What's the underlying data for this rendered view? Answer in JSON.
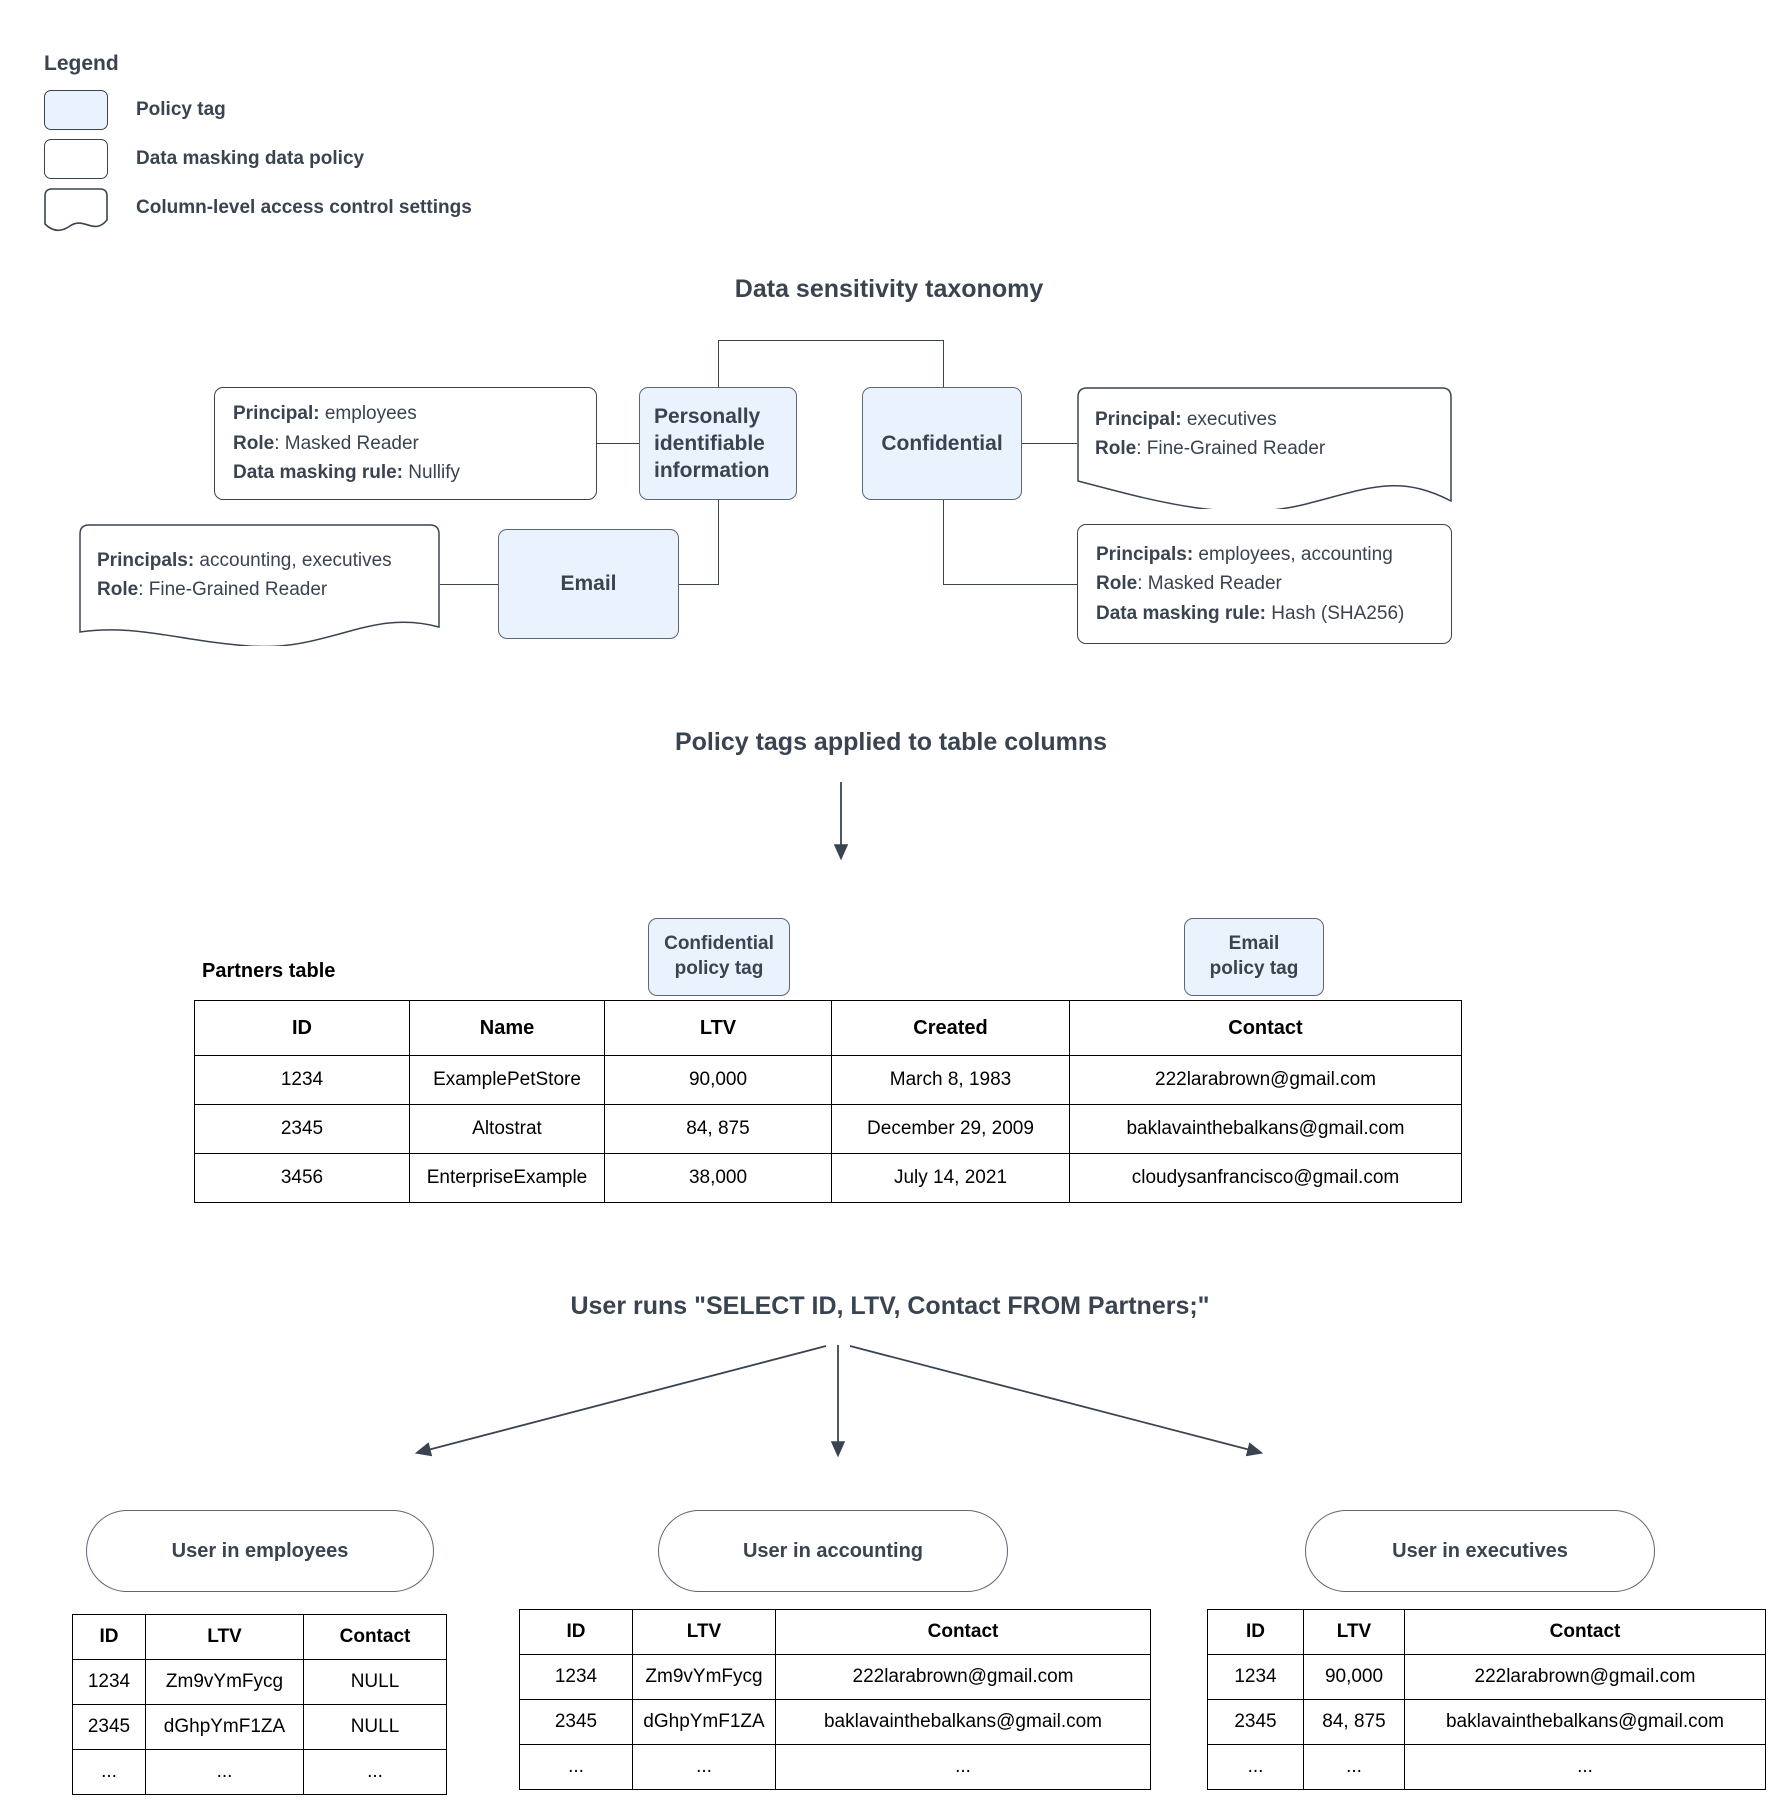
{
  "legend": {
    "title": "Legend",
    "items": [
      {
        "label": "Policy tag",
        "swatch": "rounded-blue-box"
      },
      {
        "label": "Data masking data policy",
        "swatch": "rounded-white-box"
      },
      {
        "label": "Column-level access control settings",
        "swatch": "wavy-bottom-box"
      }
    ]
  },
  "sections": {
    "taxonomy_title": "Data sensitivity taxonomy",
    "applied_title": "Policy tags applied to table columns",
    "query_title": "User runs \"SELECT ID, LTV, Contact FROM Partners;\""
  },
  "taxonomy": {
    "nodes": [
      {
        "id": "pii",
        "label": "Personally identifiable information"
      },
      {
        "id": "confidential",
        "label": "Confidential"
      },
      {
        "id": "email",
        "label": "Email"
      }
    ],
    "policies": [
      {
        "id": "pii-masking",
        "kind": "data-masking-data-policy",
        "lines": [
          {
            "key": "Principal:",
            "value": " employees"
          },
          {
            "key": "Role",
            "value": ": Masked Reader"
          },
          {
            "key": "Data masking rule:",
            "value": " Nullify"
          }
        ]
      },
      {
        "id": "email-access",
        "kind": "column-level-access-control-settings",
        "lines": [
          {
            "key": "Principals:",
            "value": " accounting, executives"
          },
          {
            "key": "Role",
            "value": ": Fine-Grained Reader"
          }
        ]
      },
      {
        "id": "confidential-access",
        "kind": "column-level-access-control-settings",
        "lines": [
          {
            "key": "Principal:",
            "value": " executives"
          },
          {
            "key": "Role",
            "value": ": Fine-Grained Reader"
          }
        ]
      },
      {
        "id": "confidential-masking",
        "kind": "data-masking-data-policy",
        "lines": [
          {
            "key": "Principals:",
            "value": " employees, accounting"
          },
          {
            "key": "Role",
            "value": ": Masked Reader"
          },
          {
            "key": "Data masking rule:",
            "value": " Hash (SHA256)"
          }
        ]
      }
    ]
  },
  "partners": {
    "caption": "Partners table",
    "tags": [
      {
        "label_line1": "Confidential",
        "label_line2": "policy tag",
        "column": "LTV"
      },
      {
        "label_line1": "Email",
        "label_line2": "policy tag",
        "column": "Contact"
      }
    ],
    "columns": [
      "ID",
      "Name",
      "LTV",
      "Created",
      "Contact"
    ],
    "rows": [
      [
        "1234",
        "ExamplePetStore",
        "90,000",
        "March 8, 1983",
        "222larabrown@gmail.com"
      ],
      [
        "2345",
        "Altostrat",
        "84, 875",
        "December 29, 2009",
        "baklavainthebalkans@gmail.com"
      ],
      [
        "3456",
        "EnterpriseExample",
        "38,000",
        "July 14, 2021",
        "cloudysanfrancisco@gmail.com"
      ]
    ]
  },
  "results": [
    {
      "id": "employees",
      "pill": "User in employees",
      "columns": [
        "ID",
        "LTV",
        "Contact"
      ],
      "rows": [
        [
          "1234",
          "Zm9vYmFycg",
          "NULL"
        ],
        [
          "2345",
          "dGhpYmF1ZA",
          "NULL"
        ],
        [
          "...",
          "...",
          "..."
        ]
      ]
    },
    {
      "id": "accounting",
      "pill": "User in accounting",
      "columns": [
        "ID",
        "LTV",
        "Contact"
      ],
      "rows": [
        [
          "1234",
          "Zm9vYmFycg",
          "222larabrown@gmail.com"
        ],
        [
          "2345",
          "dGhpYmF1ZA",
          "baklavainthebalkans@gmail.com"
        ],
        [
          "...",
          "...",
          "..."
        ]
      ]
    },
    {
      "id": "executives",
      "pill": "User in executives",
      "columns": [
        "ID",
        "LTV",
        "Contact"
      ],
      "rows": [
        [
          "1234",
          "90,000",
          "222larabrown@gmail.com"
        ],
        [
          "2345",
          "84, 875",
          "baklavainthebalkans@gmail.com"
        ],
        [
          "...",
          "...",
          "..."
        ]
      ]
    }
  ],
  "colors": {
    "policy_tag_fill": "#e9f2fd",
    "policy_tag_border": "#5d6675",
    "text": "#3a4350",
    "table_border": "#000000"
  }
}
